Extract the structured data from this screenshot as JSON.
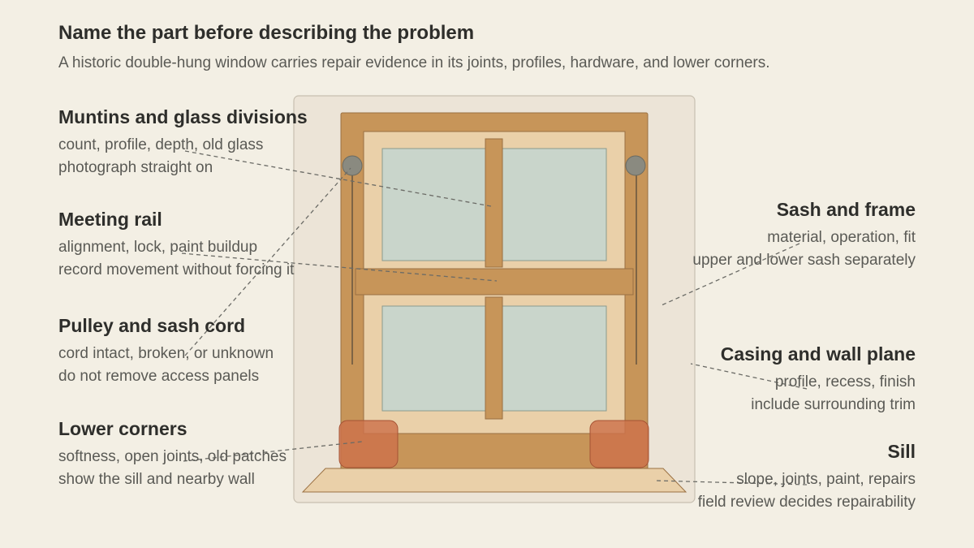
{
  "title": "Name the part before describing the problem",
  "subtitle": "A historic double-hung window carries repair evidence in its joints, profiles, hardware, and lower corners.",
  "colors": {
    "background": "#f3efe4",
    "panel": "#ece4d7",
    "wood": "#c79559",
    "wood_light": "#ead0a9",
    "glass": "#c9d5cb",
    "pulley": "#8a8a80",
    "decay": "#cd714b",
    "sill": "#ead0a9",
    "leader": "#6b6b66"
  },
  "callouts": [
    {
      "id": "muntins",
      "title": "Muntins and glass divisions",
      "line1": "count, profile, depth, old glass",
      "line2": "photograph straight on"
    },
    {
      "id": "meeting-rail",
      "title": "Meeting rail",
      "line1": "alignment, lock, paint buildup",
      "line2": "record movement without forcing it"
    },
    {
      "id": "pulley",
      "title": "Pulley and sash cord",
      "line1": "cord intact, broken, or unknown",
      "line2": "do not remove access panels"
    },
    {
      "id": "lower-corners",
      "title": "Lower corners",
      "line1": "softness, open joints, old patches",
      "line2": "show the sill and nearby wall"
    },
    {
      "id": "sash-frame",
      "title": "Sash and frame",
      "line1": "material, operation, fit",
      "line2": "upper and lower sash separately"
    },
    {
      "id": "casing",
      "title": "Casing and wall plane",
      "line1": "profile, recess, finish",
      "line2": "include surrounding trim"
    },
    {
      "id": "sill",
      "title": "Sill",
      "line1": "slope, joints, paint, repairs",
      "line2": "field review decides repairability"
    }
  ]
}
